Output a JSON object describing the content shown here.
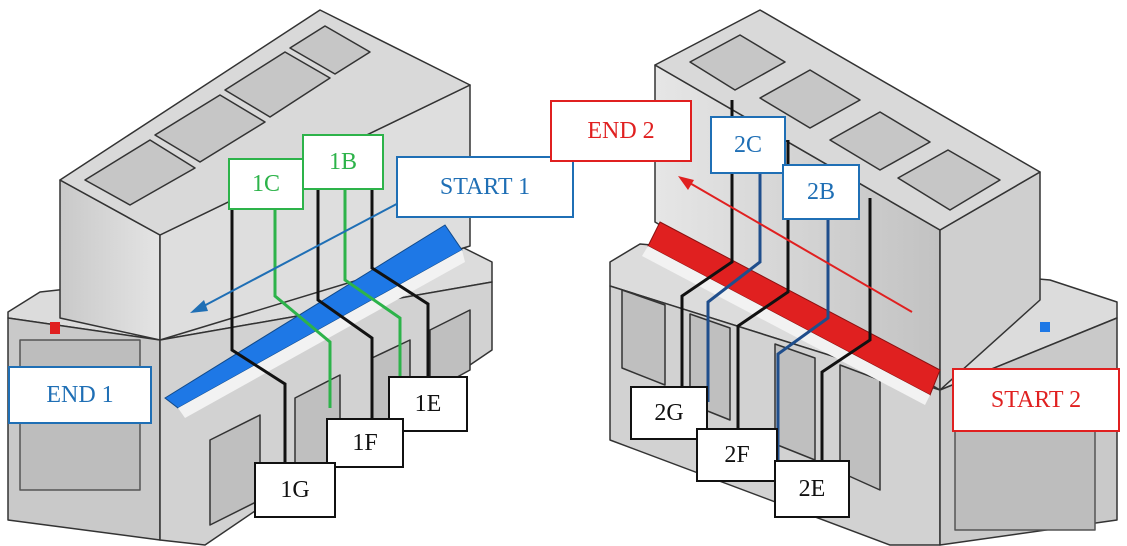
{
  "labels": {
    "1B": "1B",
    "1C": "1C",
    "start1": "START 1",
    "end1": "END 1",
    "1E": "1E",
    "1F": "1F",
    "1G": "1G",
    "end2": "END 2",
    "2C": "2C",
    "2B": "2B",
    "start2": "START 2",
    "2G": "2G",
    "2F": "2F",
    "2E": "2E"
  },
  "colors": {
    "green": "#2db34a",
    "blue": "#1f6fb5",
    "weld_blue": "#1e78e6",
    "red": "#e02020",
    "black": "#111111",
    "part_light": "#d8d8d8",
    "part_mid": "#c4c4c4",
    "part_dark": "#b5b5b5"
  }
}
